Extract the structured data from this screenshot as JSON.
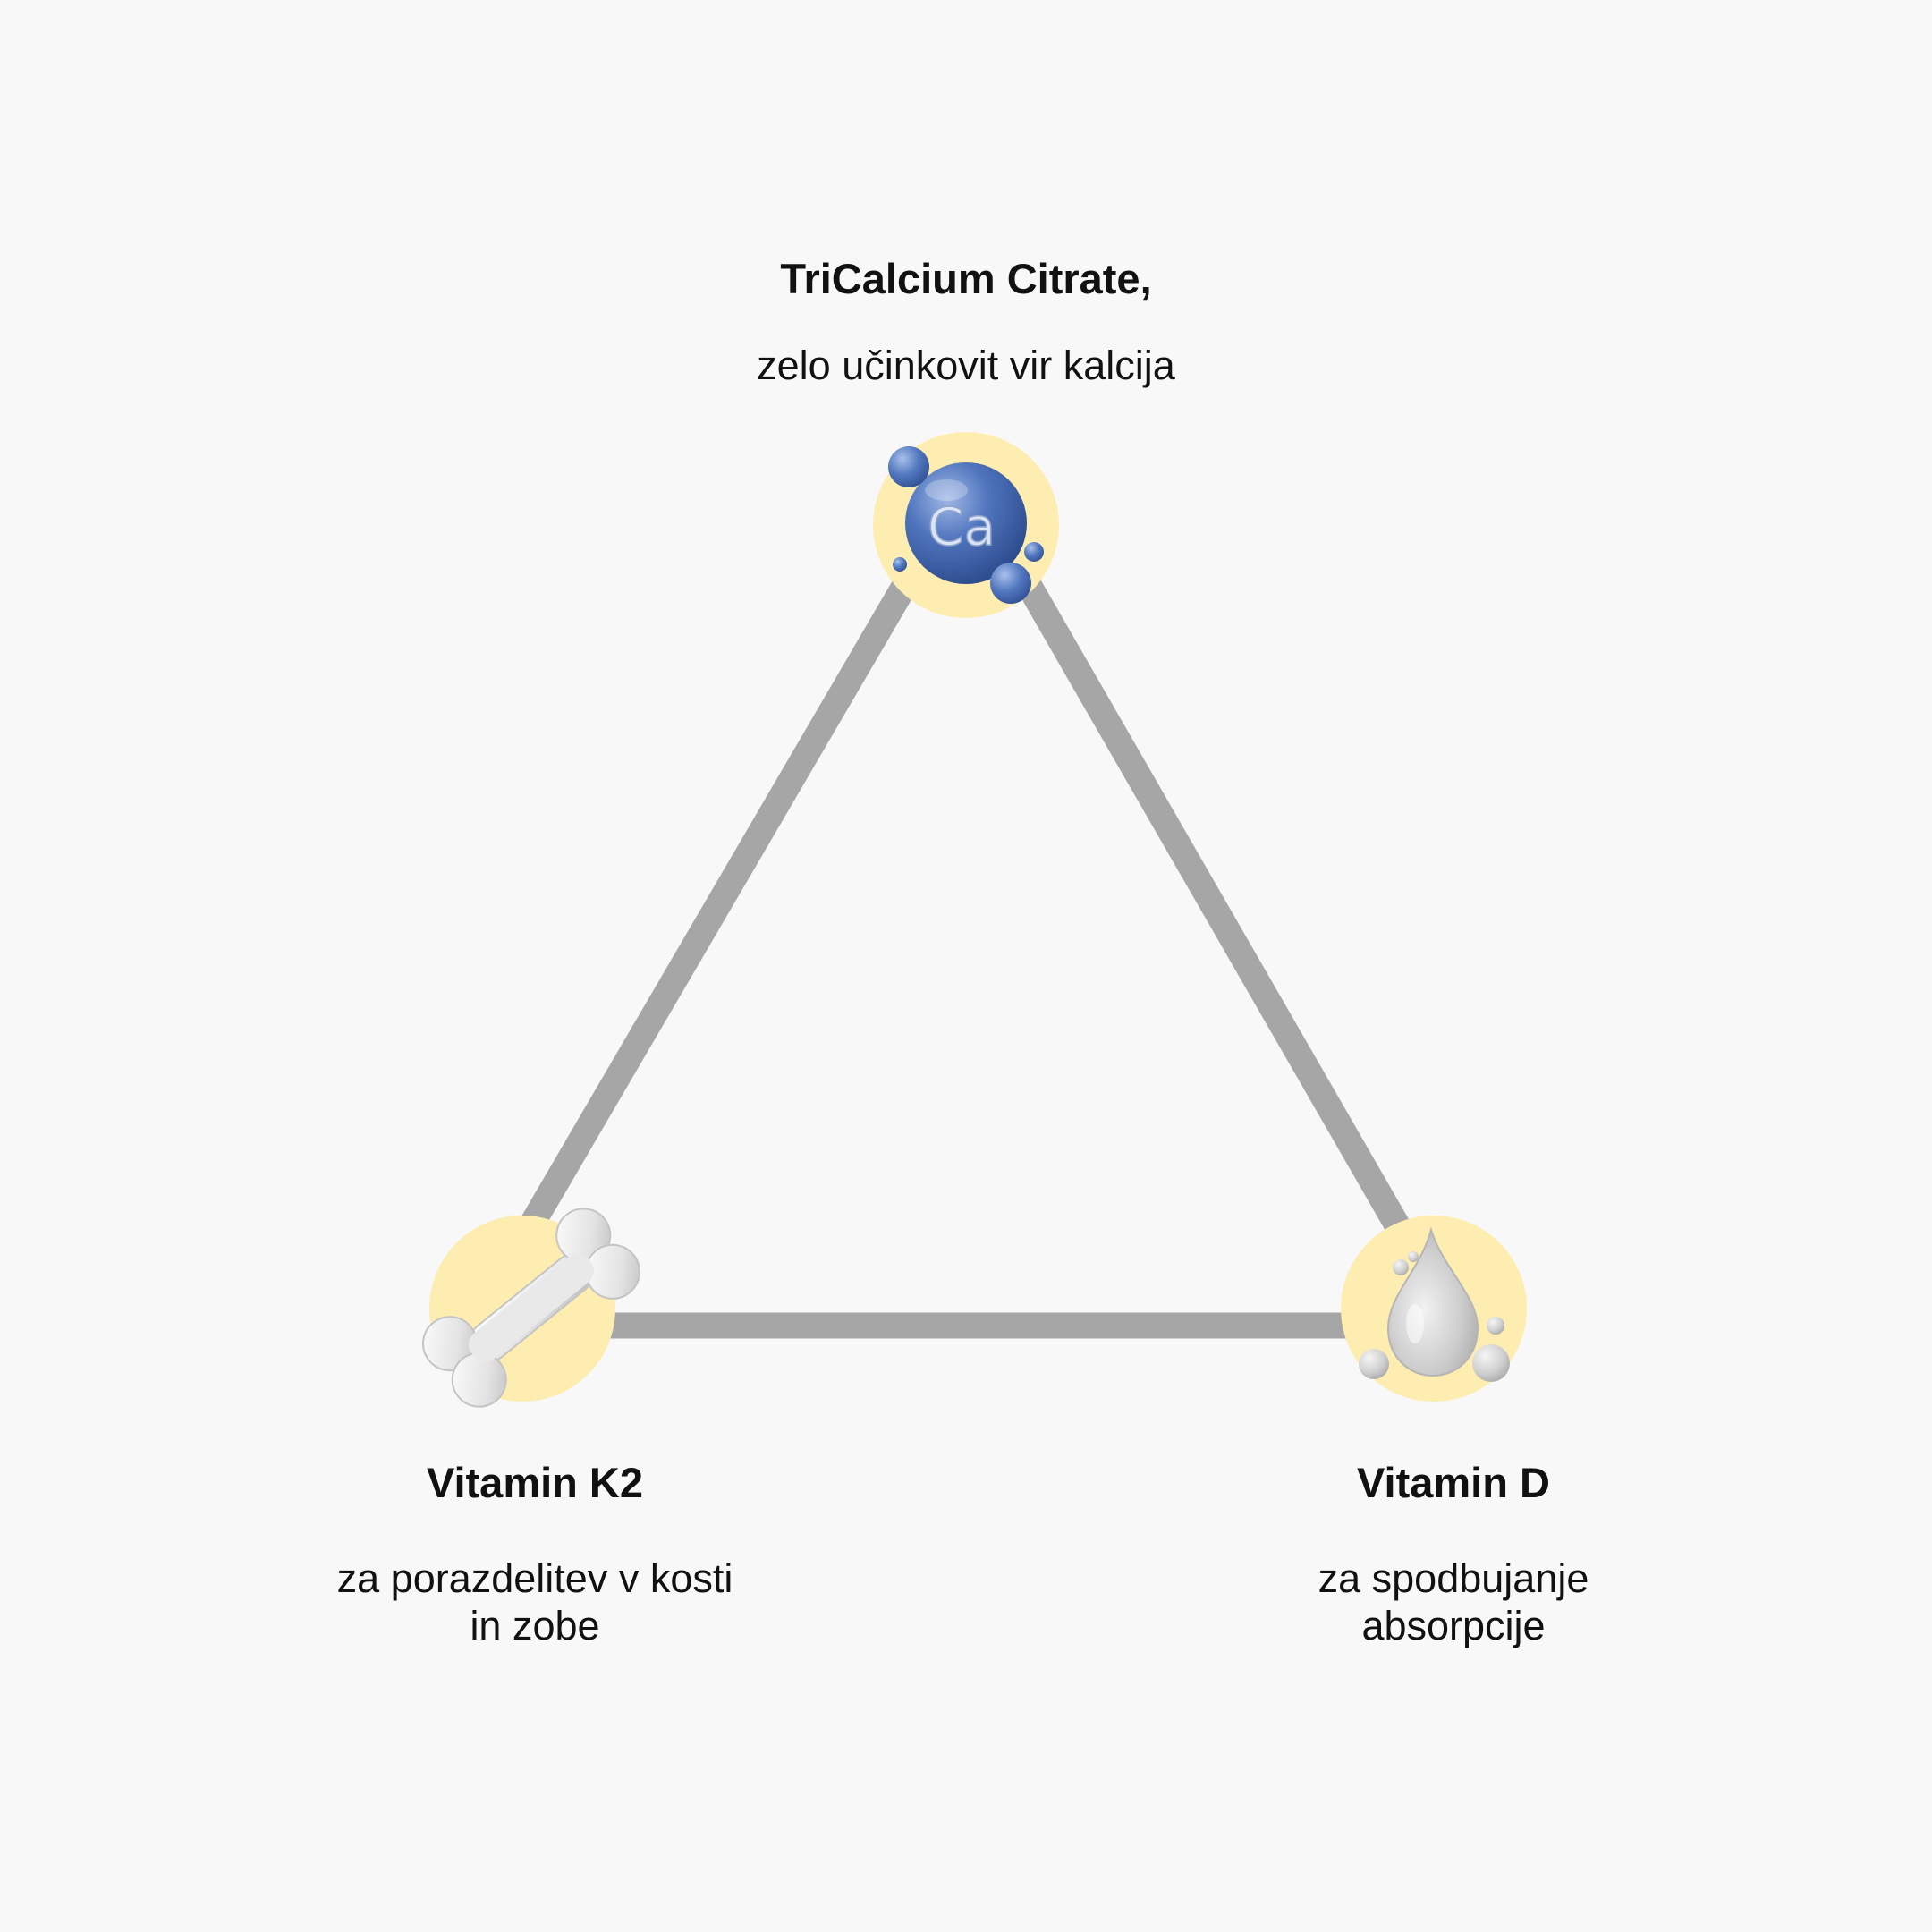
{
  "nodes": {
    "top": {
      "title": "TriCalcium Citrate,",
      "description": "zelo učinkovit vir kalcija",
      "icon_text": "Ca",
      "icon": "calcium-molecule-icon"
    },
    "left": {
      "title": "Vitamin K2",
      "description_line1": "za porazdelitev v kosti",
      "description_line2": "in zobe",
      "icon": "bone-icon"
    },
    "right": {
      "title": "Vitamin D",
      "description_line1": "za spodbujanje",
      "description_line2": "absorpcije",
      "icon": "water-drop-icon"
    }
  },
  "colors": {
    "background": "#f8f8f8",
    "connector": "#a6a6a6",
    "node_circle": "#fdedb0",
    "calcium_blue": "#4a6fb5",
    "bone": "#e6e6e6",
    "drop": "#cfcfcf"
  }
}
